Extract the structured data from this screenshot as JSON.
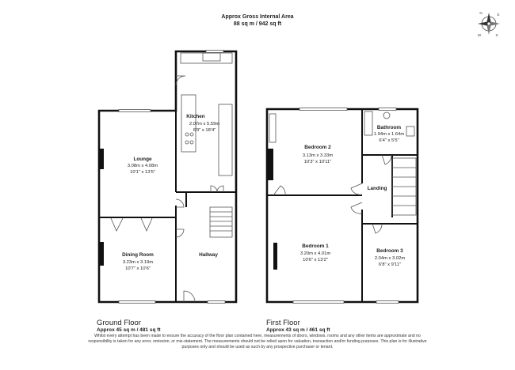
{
  "header": {
    "title": "Approx Gross Internal Area",
    "subtitle": "88 sq m / 942 sq ft"
  },
  "compass": {
    "letters": [
      "N",
      "S",
      "E",
      "W"
    ]
  },
  "ground_floor": {
    "name": "Ground Floor",
    "area": "Approx 45 sq m / 481 sq ft",
    "rooms": {
      "kitchen": {
        "name": "Kitchen",
        "dim_m": "2.07m x 5.59m",
        "dim_ft": "6'9\" x 18'4\""
      },
      "lounge": {
        "name": "Lounge",
        "dim_m": "3.08m x 4.08m",
        "dim_ft": "10'1\" x 13'5\""
      },
      "dining": {
        "name": "Dining Room",
        "dim_m": "3.23m x 3.19m",
        "dim_ft": "10'7\" x 10'6\""
      },
      "hallway": {
        "name": "Hallway"
      }
    }
  },
  "first_floor": {
    "name": "First Floor",
    "area": "Approx 43 sq m / 461 sq ft",
    "rooms": {
      "bedroom2": {
        "name": "Bedroom 2",
        "dim_m": "3.13m x 3.33m",
        "dim_ft": "10'3\" x 10'11\""
      },
      "bathroom": {
        "name": "Bathroom",
        "dim_m": "1.94m x 1.64m",
        "dim_ft": "6'4\" x 5'5\""
      },
      "landing": {
        "name": "Landing"
      },
      "bedroom1": {
        "name": "Bedroom 1",
        "dim_m": "3.20m x 4.01m",
        "dim_ft": "10'6\" x 13'2\""
      },
      "bedroom3": {
        "name": "Bedroom 3",
        "dim_m": "2.04m x 3.02m",
        "dim_ft": "6'8\" x 9'11\""
      }
    }
  },
  "disclaimer": "Whilst every attempt has been made to ensure the accuracy of the floor plan contained here, measurements of doors, windows, rooms and any other items are approximate and no responsibility is taken for any error, omission, or mis-statement. The measurements should not be relied upon for valuation, transaction and/or funding purposes. This plan is for illustrative purposes only and should be used as such by any prospective purchaser or tenant."
}
